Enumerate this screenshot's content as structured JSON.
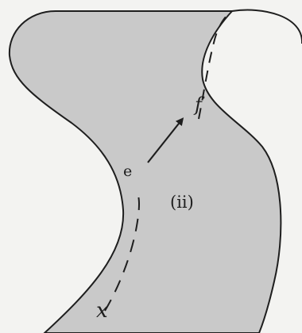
{
  "figure": {
    "labels": {
      "e": "e",
      "f": "f",
      "x": "x",
      "region": "(ii)"
    },
    "colors": {
      "background": "#f3f3f1",
      "region_fill": "#c9c9c9",
      "ink": "#1e1e1e"
    }
  }
}
